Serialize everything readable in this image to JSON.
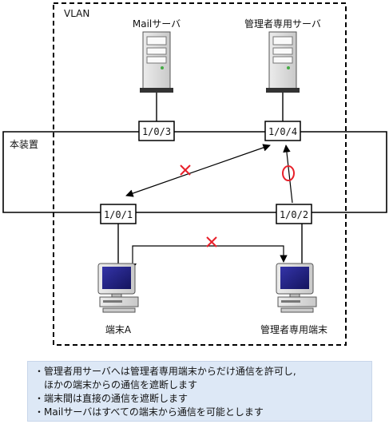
{
  "vlan_label": "VLAN",
  "device_label": "本装置",
  "servers": {
    "mail": "Mailサーバ",
    "admin": "管理者専用サーバ"
  },
  "ports": {
    "p3": "1/0/3",
    "p4": "1/0/4",
    "p1": "1/0/1",
    "p2": "1/0/2"
  },
  "terminals": {
    "a": "端末A",
    "admin": "管理者専用端末"
  },
  "notes": [
    "・管理者用サーバへは管理者専用端末からだけ通信を許可し,",
    "ほかの端末からの通信を遮断します",
    "・端末間は直接の通信を遮断します",
    "・Mailサーバはすべての端末から通信を可能とします"
  ],
  "colors": {
    "deny_mark": "#e8202a",
    "allow_mark": "#e8202a",
    "note_bg": "#dde8f6",
    "monitor_screen": "#2a2a8a"
  },
  "icons": {
    "server": "tower-server",
    "terminal": "desktop-pc",
    "deny": "red-cross",
    "allow": "red-circle"
  }
}
